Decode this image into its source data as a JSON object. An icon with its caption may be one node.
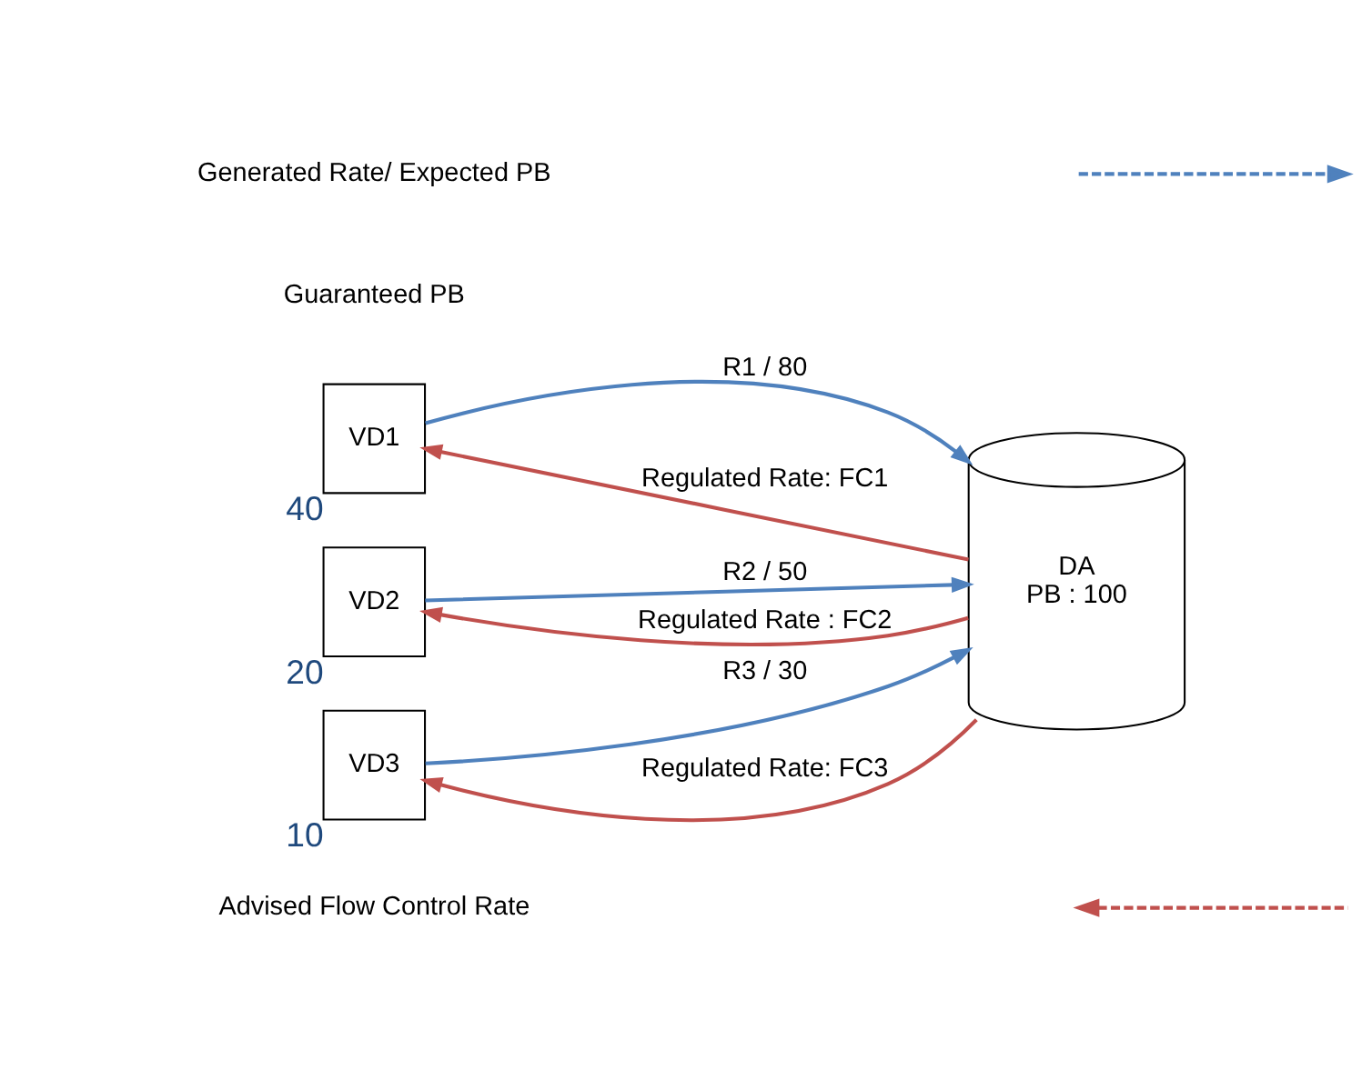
{
  "diagram": {
    "nodes": [
      {
        "text": [
          "VD1"
        ],
        "beside": [
          "40"
        ]
      },
      {
        "text": [
          "VD2"
        ],
        "beside": [
          "20"
        ]
      },
      {
        "text": [
          "VD3"
        ],
        "beside": [
          "10"
        ]
      },
      {
        "text": [
          "DA",
          "PB : 100"
        ]
      }
    ],
    "edges": [
      {
        "from": 0,
        "to": 3,
        "arrow": "to",
        "label": "R1 / 80",
        "color": "#4f81bd"
      },
      {
        "from": 3,
        "to": 0,
        "arrow": "to",
        "label": "Regulated Rate: FC1",
        "color": "#c0504d"
      },
      {
        "from": 1,
        "to": 3,
        "arrow": "to",
        "label": "R2 / 50",
        "color": "#4f81bd"
      },
      {
        "from": 3,
        "to": 1,
        "arrow": "to",
        "label": "Regulated Rate : FC2",
        "color": "#c0504d"
      },
      {
        "from": 2,
        "to": 3,
        "arrow": "to",
        "label": "R3 / 30",
        "color": "#4f81bd"
      },
      {
        "from": 3,
        "to": 2,
        "arrow": "to",
        "label": "Regulated Rate: FC3",
        "color": "#c0504d"
      }
    ],
    "labels": [
      "Guaranteed PB"
    ],
    "legend": [
      {
        "text": "Generated Rate/ Expected PB"
      },
      {
        "text": "Advised Flow Control Rate"
      }
    ]
  }
}
